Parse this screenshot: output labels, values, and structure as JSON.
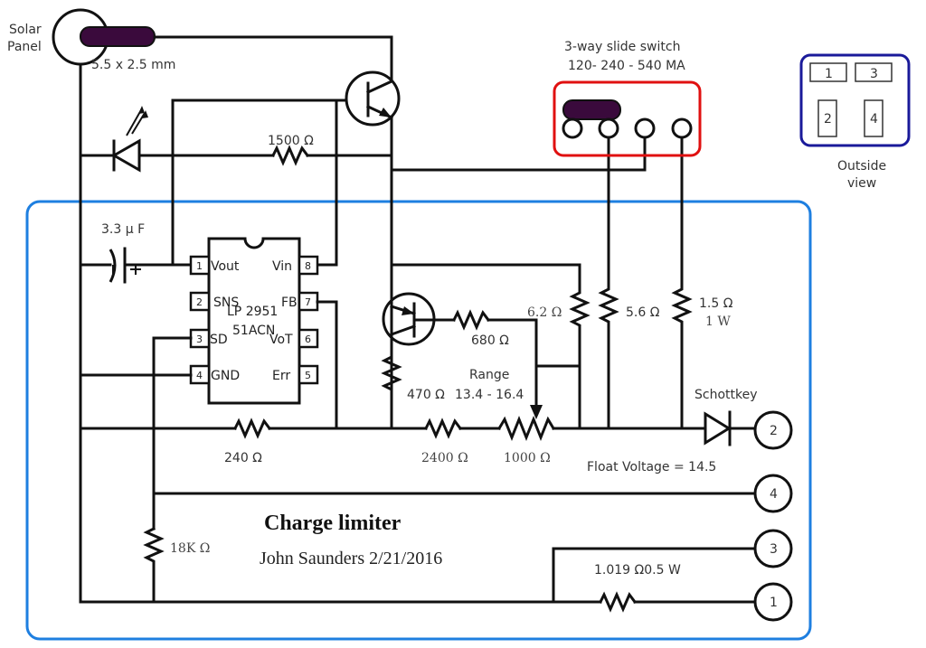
{
  "colors": {
    "wire": "#111111",
    "board_outline": "#1e7fe0",
    "switch_outline": "#e01010",
    "outside_view_outline": "#1a1a9a",
    "plug_fill": "#3a0a3c"
  },
  "solar_panel": {
    "label_line1": "Solar",
    "label_line2": "Panel",
    "jack_size": "5.5 x 2.5 mm"
  },
  "slide_switch": {
    "title": "3-way slide switch",
    "ranges": "120- 240 - 540 MA"
  },
  "outside_view": {
    "pins": [
      "1",
      "3",
      "2",
      "4"
    ],
    "label_line1": "Outside",
    "label_line2": "view"
  },
  "components": {
    "r_led": "1500 Ω",
    "cap": "3.3 μ F",
    "r_680": "680 Ω",
    "r_62": "6.2 Ω",
    "r_56": "5.6 Ω",
    "r_15": "1.5 Ω",
    "r_15_power": "1 W",
    "r_470": "470 Ω",
    "range_label": "Range",
    "range_value": "13.4 - 16.4",
    "r_240": "240 Ω",
    "r_2400": "2400 Ω",
    "r_1000": "1000 Ω",
    "schottky": "Schottkey",
    "float_voltage": "Float Voltage = 14.5",
    "r_18k": "18K Ω",
    "r_shunt": "1.019 Ω0.5 W"
  },
  "ic": {
    "part_line1": "LP 2951",
    "part_line2": "51ACN",
    "pins": [
      {
        "num": "1",
        "name": "Vout"
      },
      {
        "num": "2",
        "name": "SNS"
      },
      {
        "num": "3",
        "name": "SD"
      },
      {
        "num": "4",
        "name": "GND"
      },
      {
        "num": "5",
        "name": "Err"
      },
      {
        "num": "6",
        "name": "VoT"
      },
      {
        "num": "7",
        "name": "FB"
      },
      {
        "num": "8",
        "name": "Vin"
      }
    ]
  },
  "terminals": [
    "2",
    "4",
    "3",
    "1"
  ],
  "title": "Charge limiter",
  "author": "John Saunders 2/21/2016"
}
